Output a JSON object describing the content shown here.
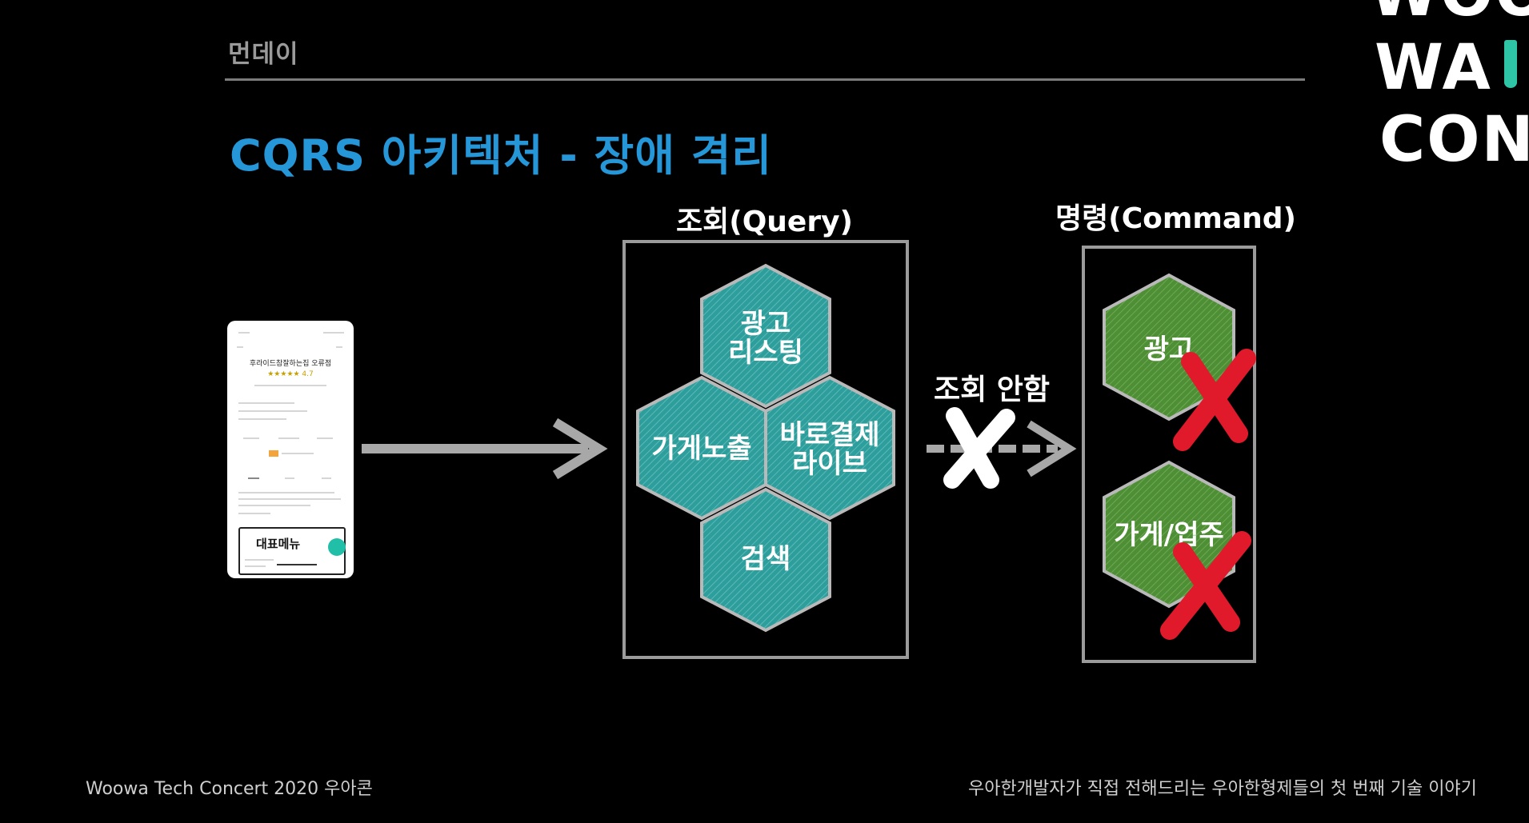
{
  "header": {
    "label": "먼데이"
  },
  "title": "CQRS 아키텍처 - 장애 격리",
  "logo": {
    "line1": "WOO",
    "line2": "WA",
    "line3": "CON"
  },
  "query": {
    "label": "조회(Query)",
    "hexes": [
      {
        "line1": "광고",
        "line2": "리스팅"
      },
      {
        "line1": "가게노출",
        "line2": ""
      },
      {
        "line1": "바로결제",
        "line2": "라이브"
      },
      {
        "line1": "검색",
        "line2": ""
      }
    ]
  },
  "command": {
    "label": "명령(Command)",
    "hexes": [
      {
        "line1": "광고"
      },
      {
        "line1": "가게/업주"
      }
    ]
  },
  "no_query_label": "조회 안함",
  "phone": {
    "store_name": "후라이드참잘하는집 오류점",
    "rating": "★★★★★ 4.7",
    "card_label": "대표메뉴"
  },
  "footer": {
    "left": "Woowa Tech Concert  2020 우아콘",
    "right": "우아한개발자가 직접 전해드리는 우아한형제들의 첫 번째 기술 이야기"
  },
  "colors": {
    "title": "#2596d8",
    "query_hex": "#2d9e9b",
    "command_hex": "#4e8e34",
    "cross": "#e01a2b"
  }
}
